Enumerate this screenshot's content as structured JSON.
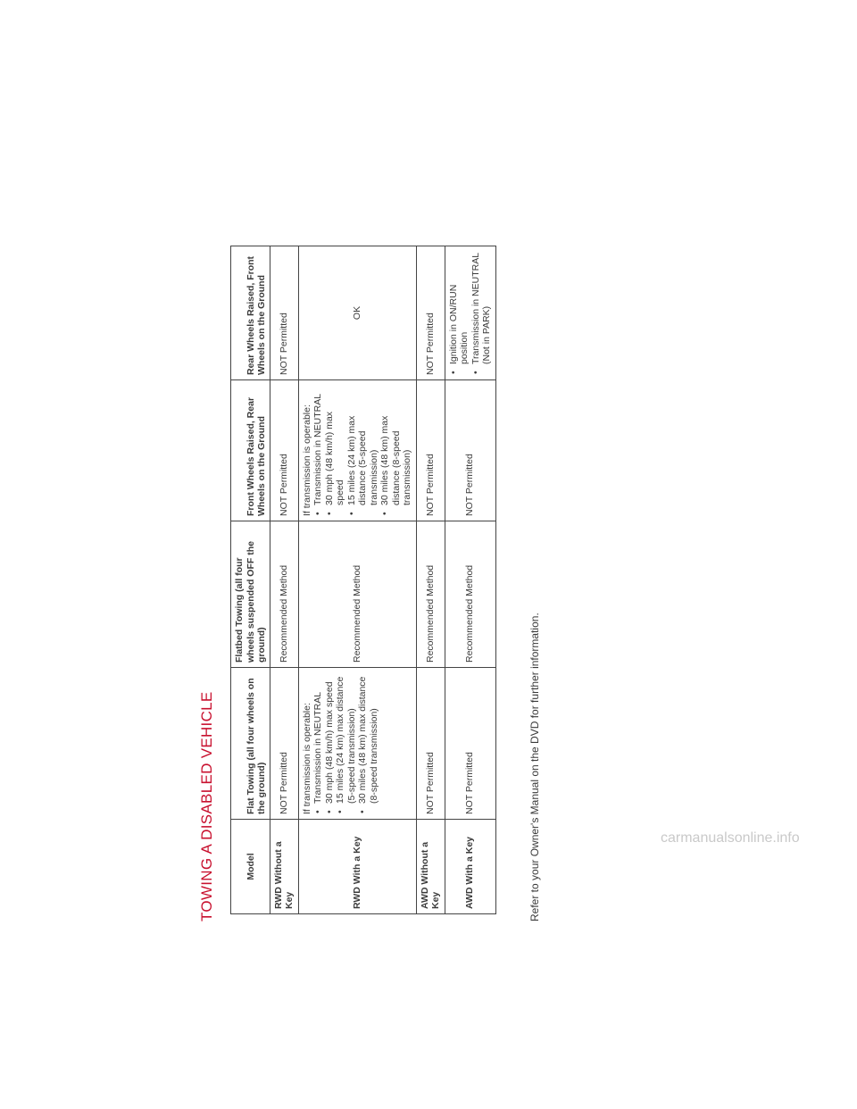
{
  "title": "TOWING A DISABLED VEHICLE",
  "headers": {
    "model": "Model",
    "flat": "Flat Towing (all four wheels on the ground)",
    "flatbed": "Flatbed Towing (all four wheels suspended OFF the ground)",
    "front": "Front Wheels Raised, Rear Wheels on the Ground",
    "rear": "Rear Wheels Raised, Front Wheels on the Ground"
  },
  "rows": {
    "r1": {
      "model": "RWD Without a Key",
      "flat": "NOT Permitted",
      "flatbed": "Recommended Method",
      "front": "NOT Permitted",
      "rear": "NOT Permitted"
    },
    "r2": {
      "model": "RWD With a Key",
      "flat_intro": "If transmission is operable:",
      "flat_b1": "Transmission in NEUTRAL",
      "flat_b2": "30 mph (48 km/h) max speed",
      "flat_b3": "15 miles (24 km) max distance (5-speed transmission)",
      "flat_b4": "30 miles (48 km) max distance (8-speed transmission)",
      "flatbed": "Recommended Method",
      "front_intro": "If transmission is operable:",
      "front_b1": "Transmission in NEUTRAL",
      "front_b2": "30 mph (48 km/h) max speed",
      "front_b3": "15 miles (24 km) max distance (5-speed transmission)",
      "front_b4": "30 miles (48 km) max distance (8-speed transmission)",
      "rear": "OK"
    },
    "r3": {
      "model": "AWD Without a Key",
      "flat": "NOT Permitted",
      "flatbed": "Recommended Method",
      "front": "NOT Permitted",
      "rear": "NOT Permitted"
    },
    "r4": {
      "model": "AWD With a Key",
      "flat": "NOT Permitted",
      "flatbed": "Recommended Method",
      "front": "NOT Permitted",
      "rear_b1": "Ignition in ON/RUN position",
      "rear_b2": "Transmission in NEUTRAL (Not in PARK)"
    }
  },
  "note": "Refer to your Owner's Manual on the DVD for further information.",
  "watermark": "carmanualsonline.info"
}
